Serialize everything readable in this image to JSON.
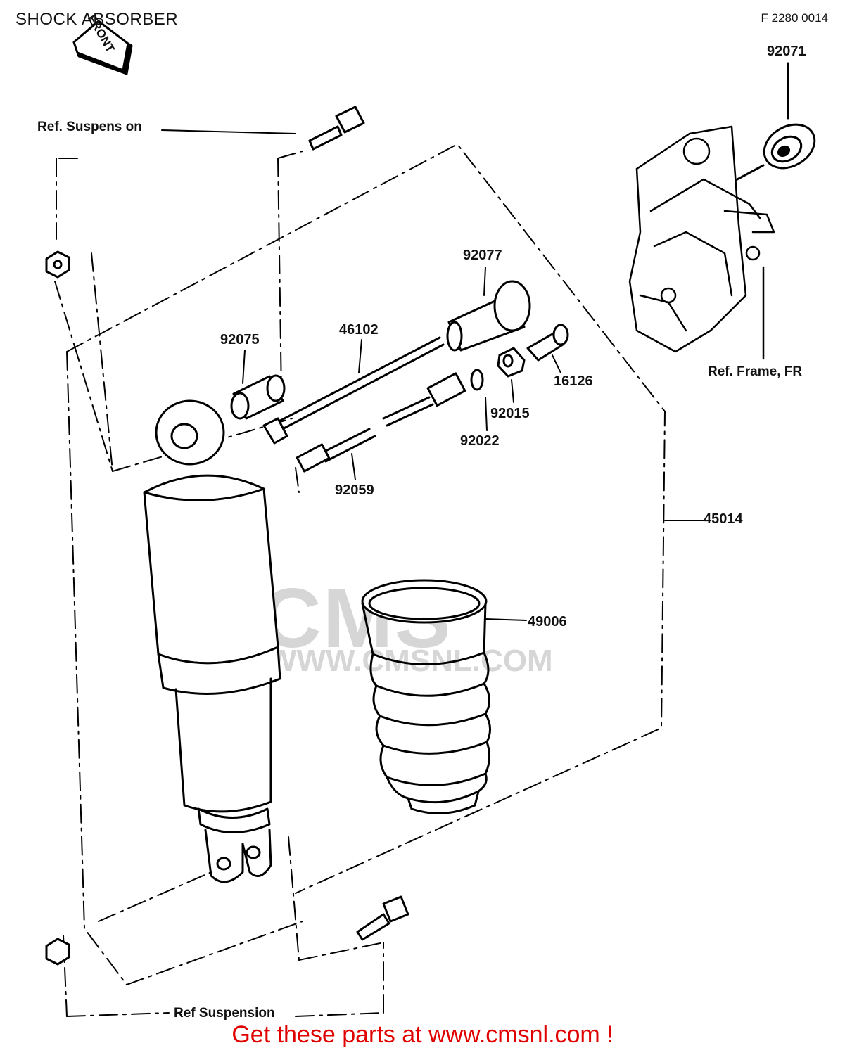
{
  "title": "SHOCK ABSORBER",
  "figure_ref": "F 2280 0014",
  "watermark": {
    "brand": "CMS",
    "site": "WWW.CMSNL.COM"
  },
  "front_label": "FRONT",
  "parts": [
    {
      "num": "92071"
    },
    {
      "num": "92077"
    },
    {
      "num": "46102"
    },
    {
      "num": "92075"
    },
    {
      "num": "16126"
    },
    {
      "num": "92015"
    },
    {
      "num": "92022"
    },
    {
      "num": "92059"
    },
    {
      "num": "45014"
    },
    {
      "num": "49006"
    }
  ],
  "references": {
    "suspension_top": "Ref. Suspens on",
    "frame": "Ref. Frame, FR",
    "suspension_bottom": "Ref  Suspension"
  },
  "cta": "Get these parts at www.cmsnl.com !"
}
